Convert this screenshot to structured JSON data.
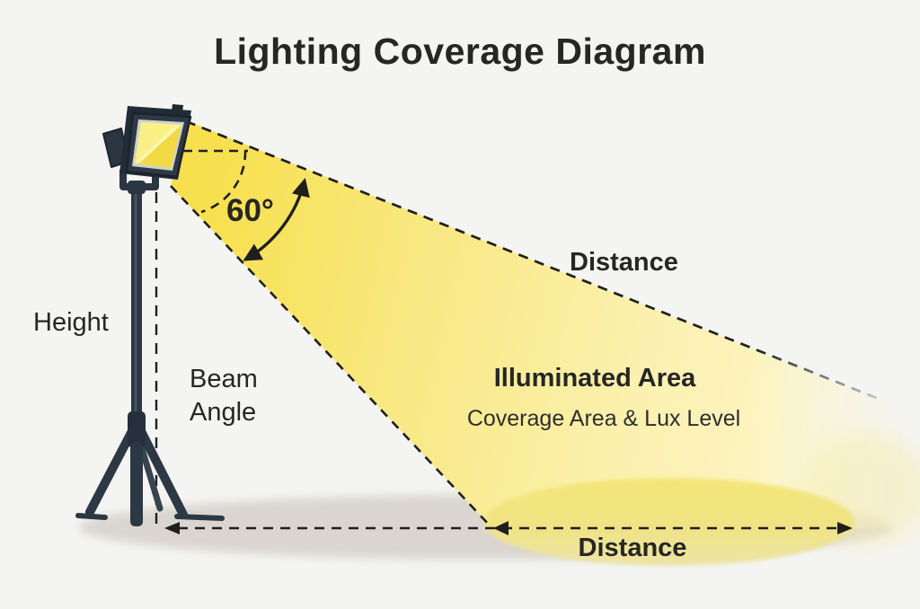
{
  "title": "Lighting Coverage Diagram",
  "labels": {
    "height": "Height",
    "beam_angle": "Beam\nAngle",
    "angle_value": "60°",
    "distance_top": "Distance",
    "illuminated_area": "Illuminated Area",
    "coverage_subtitle": "Coverage Area & Lux Level",
    "distance_bottom": "Distance"
  },
  "diagram": {
    "beam_angle_degrees": "60"
  },
  "colors": {
    "background": "#f4f4f2",
    "text": "#262626",
    "line": "#1f1f1f",
    "beam_start": "#f7e04e",
    "beam_end": "#fdf7d2",
    "pool_yellow": "#f1e37c",
    "ground_shadow": "#dad6cf",
    "fixture_dark": "#2e3945",
    "lens_yellow": "#f7e54f"
  }
}
